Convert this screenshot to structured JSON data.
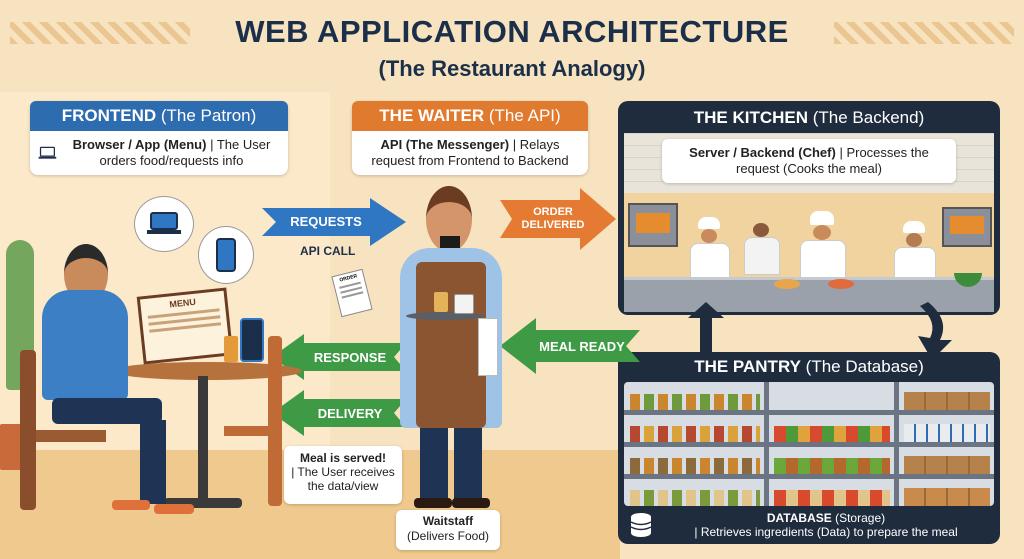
{
  "title": "WEB APPLICATION ARCHITECTURE",
  "subtitle": "(The Restaurant Analogy)",
  "frontend": {
    "header_main": "FRONTEND",
    "header_sub": "(The Patron)",
    "desc_bold": "Browser / App (Menu)",
    "desc_rest": "| The User orders food/requests info"
  },
  "waiter": {
    "header_main": "THE WAITER",
    "header_sub": "(The API)",
    "desc_bold": "API (The Messenger)",
    "desc_rest": "| Relays request from Frontend to Backend",
    "caption_main": "Waitstaff",
    "caption_sub": "(Delivers Food)"
  },
  "kitchen": {
    "header_main": "THE KITCHEN",
    "header_sub": "(The Backend)",
    "desc_bold": "Server / Backend (Chef)",
    "desc_rest": "| Processes the request (Cooks the meal)"
  },
  "pantry": {
    "header_main": "THE PANTRY",
    "header_sub": "(The Database)",
    "desc_bold": "DATABASE",
    "desc_rest_1": "(Storage)",
    "desc_rest_2": "| Retrieves ingredients (Data) to prepare the meal"
  },
  "arrows": {
    "requests": "REQUESTS",
    "api_call": "API CALL",
    "order_delivered": "ORDER DELIVERED",
    "meal_ready": "MEAL READY",
    "response": "RESPONSE",
    "delivery": "DELIVERY"
  },
  "served_note": {
    "bold": "Meal is served!",
    "rest": "| The User receives the data/view"
  },
  "menu_label": "MENU",
  "ticket_label": "ORDER",
  "colors": {
    "blue_header": "#2e6cb0",
    "orange_header": "#e07a2e",
    "dark_panel": "#1f2c3e",
    "green_arrow": "#3f9a45",
    "blue_arrow": "#2f77c2",
    "orange_arrow": "#e57b32"
  }
}
